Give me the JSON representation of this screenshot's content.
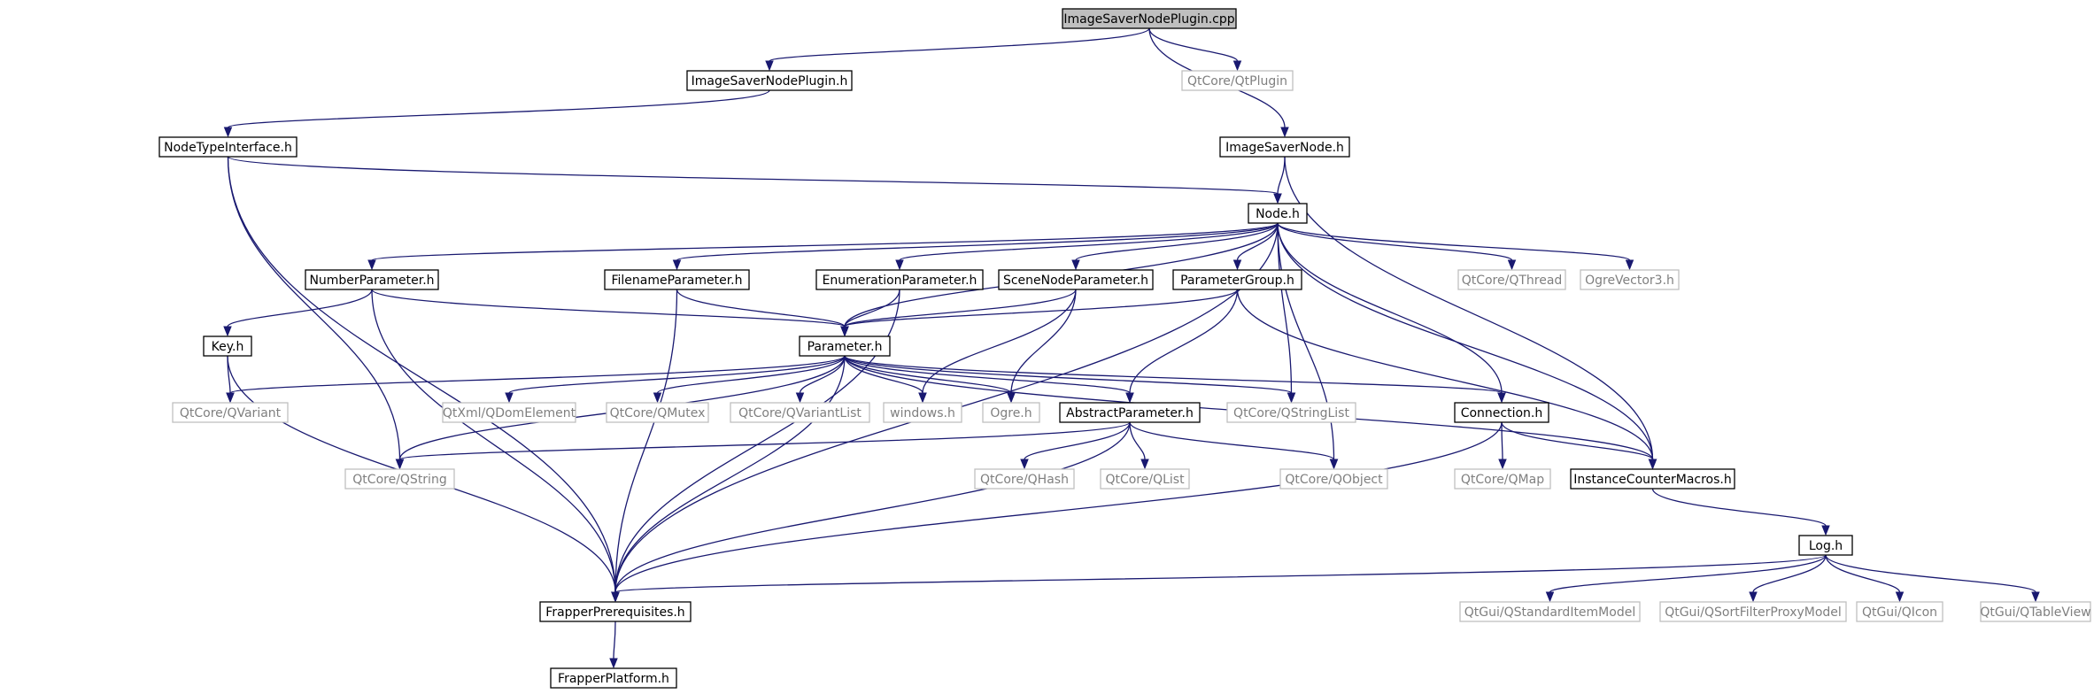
{
  "nodes": [
    {
      "id": "n_imgsaverplugincpp",
      "label": "ImageSaverNodePlugin.cpp",
      "style": "root"
    },
    {
      "id": "n_imgsaverpluginh",
      "label": "ImageSaverNodePlugin.h",
      "style": "dark"
    },
    {
      "id": "n_qtplugin",
      "label": "QtCore/QtPlugin",
      "style": "light"
    },
    {
      "id": "n_nodetypeinterface",
      "label": "NodeTypeInterface.h",
      "style": "dark"
    },
    {
      "id": "n_imgsavernode",
      "label": "ImageSaverNode.h",
      "style": "dark"
    },
    {
      "id": "n_node",
      "label": "Node.h",
      "style": "dark"
    },
    {
      "id": "n_numberparam",
      "label": "NumberParameter.h",
      "style": "dark"
    },
    {
      "id": "n_filenameparam",
      "label": "FilenameParameter.h",
      "style": "dark"
    },
    {
      "id": "n_enumparam",
      "label": "EnumerationParameter.h",
      "style": "dark"
    },
    {
      "id": "n_scenenodeparam",
      "label": "SceneNodeParameter.h",
      "style": "dark"
    },
    {
      "id": "n_paramgroup",
      "label": "ParameterGroup.h",
      "style": "dark"
    },
    {
      "id": "n_qthread",
      "label": "QtCore/QThread",
      "style": "light"
    },
    {
      "id": "n_ogrevector3",
      "label": "OgreVector3.h",
      "style": "light"
    },
    {
      "id": "n_key",
      "label": "Key.h",
      "style": "dark"
    },
    {
      "id": "n_parameter",
      "label": "Parameter.h",
      "style": "dark"
    },
    {
      "id": "n_qvariant",
      "label": "QtCore/QVariant",
      "style": "light"
    },
    {
      "id": "n_qdomelement",
      "label": "QtXml/QDomElement",
      "style": "light"
    },
    {
      "id": "n_qmutex",
      "label": "QtCore/QMutex",
      "style": "light"
    },
    {
      "id": "n_qvariantlist",
      "label": "QtCore/QVariantList",
      "style": "light"
    },
    {
      "id": "n_windows",
      "label": "windows.h",
      "style": "light"
    },
    {
      "id": "n_ogre",
      "label": "Ogre.h",
      "style": "light"
    },
    {
      "id": "n_abstractparam",
      "label": "AbstractParameter.h",
      "style": "dark"
    },
    {
      "id": "n_qstringlist",
      "label": "QtCore/QStringList",
      "style": "light"
    },
    {
      "id": "n_connection",
      "label": "Connection.h",
      "style": "dark"
    },
    {
      "id": "n_qstring",
      "label": "QtCore/QString",
      "style": "light"
    },
    {
      "id": "n_qhash",
      "label": "QtCore/QHash",
      "style": "light"
    },
    {
      "id": "n_qlist",
      "label": "QtCore/QList",
      "style": "light"
    },
    {
      "id": "n_qobject",
      "label": "QtCore/QObject",
      "style": "light"
    },
    {
      "id": "n_qmap",
      "label": "QtCore/QMap",
      "style": "light"
    },
    {
      "id": "n_instancecounter",
      "label": "InstanceCounterMacros.h",
      "style": "dark"
    },
    {
      "id": "n_log",
      "label": "Log.h",
      "style": "dark"
    },
    {
      "id": "n_frapperprereq",
      "label": "FrapperPrerequisites.h",
      "style": "dark"
    },
    {
      "id": "n_qstandarditemmodel",
      "label": "QtGui/QStandardItemModel",
      "style": "light"
    },
    {
      "id": "n_qsortfilterproxy",
      "label": "QtGui/QSortFilterProxyModel",
      "style": "light"
    },
    {
      "id": "n_qicon",
      "label": "QtGui/QIcon",
      "style": "light"
    },
    {
      "id": "n_qtableview",
      "label": "QtGui/QTableView",
      "style": "light"
    },
    {
      "id": "n_frapperplatform",
      "label": "FrapperPlatform.h",
      "style": "dark"
    }
  ],
  "edges": [
    [
      "n_imgsaverplugincpp",
      "n_imgsaverpluginh"
    ],
    [
      "n_imgsaverplugincpp",
      "n_qtplugin"
    ],
    [
      "n_imgsaverplugincpp",
      "n_imgsavernode"
    ],
    [
      "n_imgsaverpluginh",
      "n_nodetypeinterface"
    ],
    [
      "n_nodetypeinterface",
      "n_node"
    ],
    [
      "n_nodetypeinterface",
      "n_qstring"
    ],
    [
      "n_nodetypeinterface",
      "n_frapperprereq"
    ],
    [
      "n_imgsavernode",
      "n_node"
    ],
    [
      "n_imgsavernode",
      "n_instancecounter"
    ],
    [
      "n_node",
      "n_numberparam"
    ],
    [
      "n_node",
      "n_filenameparam"
    ],
    [
      "n_node",
      "n_enumparam"
    ],
    [
      "n_node",
      "n_scenenodeparam"
    ],
    [
      "n_node",
      "n_paramgroup"
    ],
    [
      "n_node",
      "n_qthread"
    ],
    [
      "n_node",
      "n_ogrevector3"
    ],
    [
      "n_node",
      "n_parameter"
    ],
    [
      "n_node",
      "n_qstringlist"
    ],
    [
      "n_node",
      "n_connection"
    ],
    [
      "n_node",
      "n_qobject"
    ],
    [
      "n_node",
      "n_instancecounter"
    ],
    [
      "n_node",
      "n_frapperprereq"
    ],
    [
      "n_numberparam",
      "n_key"
    ],
    [
      "n_numberparam",
      "n_parameter"
    ],
    [
      "n_numberparam",
      "n_frapperprereq"
    ],
    [
      "n_filenameparam",
      "n_parameter"
    ],
    [
      "n_filenameparam",
      "n_frapperprereq"
    ],
    [
      "n_enumparam",
      "n_parameter"
    ],
    [
      "n_enumparam",
      "n_frapperprereq"
    ],
    [
      "n_scenenodeparam",
      "n_parameter"
    ],
    [
      "n_scenenodeparam",
      "n_windows"
    ],
    [
      "n_scenenodeparam",
      "n_ogre"
    ],
    [
      "n_paramgroup",
      "n_parameter"
    ],
    [
      "n_paramgroup",
      "n_abstractparam"
    ],
    [
      "n_paramgroup",
      "n_instancecounter"
    ],
    [
      "n_key",
      "n_qvariant"
    ],
    [
      "n_key",
      "n_frapperprereq"
    ],
    [
      "n_parameter",
      "n_qvariant"
    ],
    [
      "n_parameter",
      "n_qstring"
    ],
    [
      "n_parameter",
      "n_frapperprereq"
    ],
    [
      "n_parameter",
      "n_qdomelement"
    ],
    [
      "n_parameter",
      "n_qmutex"
    ],
    [
      "n_parameter",
      "n_qvariantlist"
    ],
    [
      "n_parameter",
      "n_windows"
    ],
    [
      "n_parameter",
      "n_ogre"
    ],
    [
      "n_parameter",
      "n_abstractparam"
    ],
    [
      "n_parameter",
      "n_qstringlist"
    ],
    [
      "n_parameter",
      "n_connection"
    ],
    [
      "n_parameter",
      "n_instancecounter"
    ],
    [
      "n_abstractparam",
      "n_qstring"
    ],
    [
      "n_abstractparam",
      "n_qhash"
    ],
    [
      "n_abstractparam",
      "n_qlist"
    ],
    [
      "n_abstractparam",
      "n_qobject"
    ],
    [
      "n_abstractparam",
      "n_frapperprereq"
    ],
    [
      "n_connection",
      "n_qmap"
    ],
    [
      "n_connection",
      "n_instancecounter"
    ],
    [
      "n_connection",
      "n_frapperprereq"
    ],
    [
      "n_instancecounter",
      "n_log"
    ],
    [
      "n_log",
      "n_frapperprereq"
    ],
    [
      "n_log",
      "n_qstandarditemmodel"
    ],
    [
      "n_log",
      "n_qsortfilterproxy"
    ],
    [
      "n_log",
      "n_qicon"
    ],
    [
      "n_log",
      "n_qtableview"
    ],
    [
      "n_frapperprereq",
      "n_frapperplatform"
    ]
  ],
  "colors": {
    "edge": "#191970",
    "root_fill": "#bfbfbf",
    "dark_border": "#000000",
    "light_border": "#bfbfbf",
    "light_text": "#7f7f7f"
  }
}
